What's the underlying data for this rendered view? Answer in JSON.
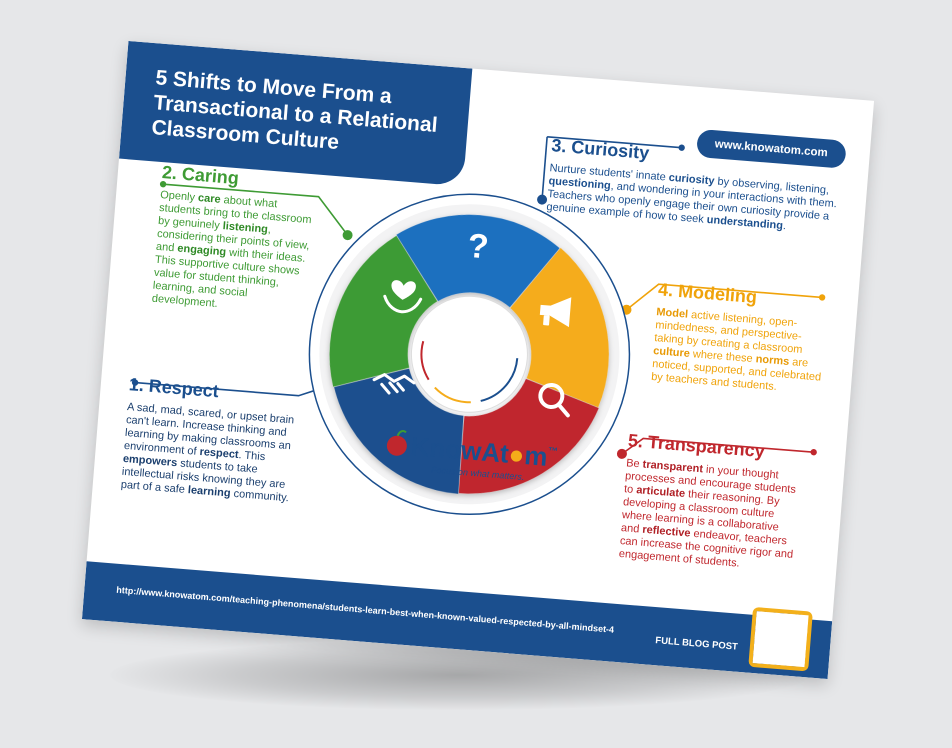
{
  "title": "5 Shifts to Move From a Transactional to a Relational Classroom Culture",
  "website": "www.knowatom.com",
  "footer": {
    "link": "http://www.knowatom.com/teaching-phenomena/students-learn-best-when-known-valued-respected-by-all-mindset-4",
    "blog_label": "FULL BLOG POST"
  },
  "brand": {
    "name_know": "Know",
    "name_atom": "At",
    "name_om": "m",
    "tm": "™",
    "tagline": "Focus on what matters."
  },
  "colors": {
    "blue": "#1b4f8e",
    "mid_blue": "#1f6fbf",
    "green": "#3e9b34",
    "yellow": "#f5ac1a",
    "red": "#c0272d"
  },
  "sections": {
    "respect": {
      "heading": "1. Respect",
      "icon": "handshake-icon",
      "t1": "A sad, mad, scared, or upset brain can't learn. Increase thinking and learning by making classrooms an environment of ",
      "b1": "respect",
      "t2": ". This ",
      "b2": "empowers",
      "t3": " students to take intellectual risks knowing they are part of a safe ",
      "b3": "learning",
      "t4": " community."
    },
    "caring": {
      "heading": "2. Caring",
      "icon": "heart-hands-icon",
      "t1": "Openly ",
      "b1": "care",
      "t2": " about what students bring to the classroom by genuinely ",
      "b2": "listening",
      "t3": ", considering their points of view, and ",
      "b3": "engaging",
      "t4": " with their ideas. This supportive culture shows value for student thinking, learning, and social development."
    },
    "curiosity": {
      "heading": "3. Curiosity",
      "icon": "question-mark-icon",
      "glyph": "?",
      "t1": "Nurture students' innate ",
      "b1": "curiosity",
      "t2": " by observing, listening, ",
      "b2": "questioning",
      "t3": ", and wondering in your interactions with them. Teachers who openly engage their own curiosity provide a genuine example of how to seek ",
      "b3": "understanding",
      "t4": "."
    },
    "modeling": {
      "heading": "4. Modeling",
      "icon": "megaphone-icon",
      "b1": "Model",
      "t1": " active listening, open-mindedness, and perspective-taking by creating a classroom ",
      "b2": "culture",
      "t2": " where these ",
      "b3": "norms",
      "t3": " are noticed, supported, and celebrated by teachers and students."
    },
    "transparency": {
      "heading": "5. Transparency",
      "icon": "magnifier-icon",
      "t1": "Be ",
      "b1": "transparent",
      "t2": " in your thought processes and encourage students to ",
      "b2": "articulate",
      "t3": " their reasoning. By developing a classroom culture where learning is a collaborative and ",
      "b3": "reflective",
      "t4": " endeavor, teachers can increase the cognitive rigor and engagement of students."
    }
  }
}
